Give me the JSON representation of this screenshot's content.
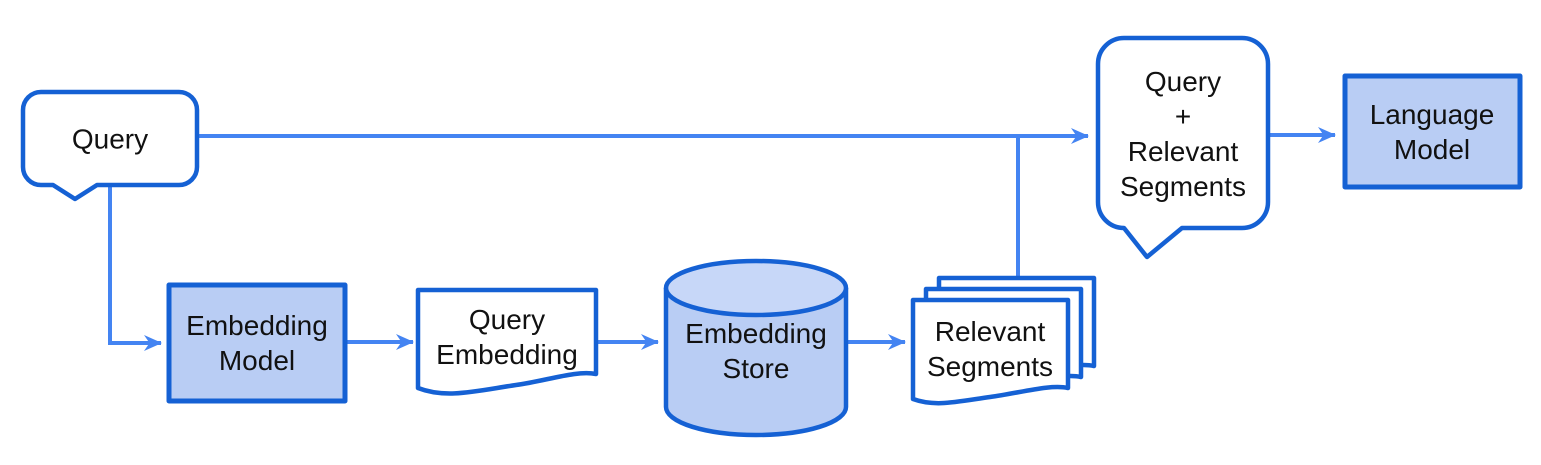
{
  "diagram": {
    "type": "flowchart",
    "nodes": [
      {
        "id": "query",
        "label": "Query",
        "shape": "speech-callout",
        "fill": "white"
      },
      {
        "id": "embedding-model",
        "label": "Embedding\nModel",
        "shape": "rectangle",
        "fill": "blue"
      },
      {
        "id": "query-embedding",
        "label": "Query\nEmbedding",
        "shape": "document",
        "fill": "white"
      },
      {
        "id": "embedding-store",
        "label": "Embedding\nStore",
        "shape": "cylinder",
        "fill": "blue"
      },
      {
        "id": "relevant-segments",
        "label": "Relevant\nSegments",
        "shape": "multi-document",
        "fill": "white"
      },
      {
        "id": "query-plus-relevant-segments",
        "label": "Query\n+\nRelevant\nSegments",
        "shape": "speech-callout",
        "fill": "white"
      },
      {
        "id": "language-model",
        "label": "Language\nModel",
        "shape": "rectangle",
        "fill": "blue"
      }
    ],
    "edges": [
      {
        "from": "query",
        "to": "query-plus-relevant-segments",
        "style": "arrow"
      },
      {
        "from": "query",
        "to": "embedding-model",
        "style": "elbow-arrow"
      },
      {
        "from": "embedding-model",
        "to": "query-embedding",
        "style": "arrow"
      },
      {
        "from": "query-embedding",
        "to": "embedding-store",
        "style": "arrow"
      },
      {
        "from": "embedding-store",
        "to": "relevant-segments",
        "style": "arrow"
      },
      {
        "from": "relevant-segments",
        "to": "query-plus-relevant-segments",
        "style": "line-join"
      },
      {
        "from": "query-plus-relevant-segments",
        "to": "language-model",
        "style": "arrow"
      }
    ]
  },
  "colors": {
    "shape_border": "#1561d4",
    "connector": "#4484f2",
    "fill_blue": "#b9cdf4",
    "fill_blue_light": "#c7d7f8",
    "fill_white": "#ffffff",
    "text": "#111111",
    "background": "#ffffff"
  }
}
